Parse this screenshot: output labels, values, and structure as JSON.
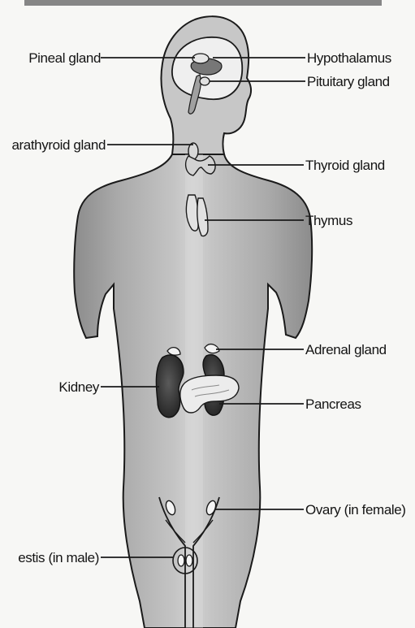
{
  "labels": {
    "pineal": "Pineal gland",
    "hypothalamus": "Hypothalamus",
    "pituitary": "Pituitary gland",
    "parathyroid": "arathyroid gland",
    "thyroid": "Thyroid gland",
    "thymus": "Thymus",
    "adrenal": "Adrenal gland",
    "kidney": "Kidney",
    "pancreas": "Pancreas",
    "ovary": "Ovary (in female)",
    "testis": "estis (in male)"
  }
}
